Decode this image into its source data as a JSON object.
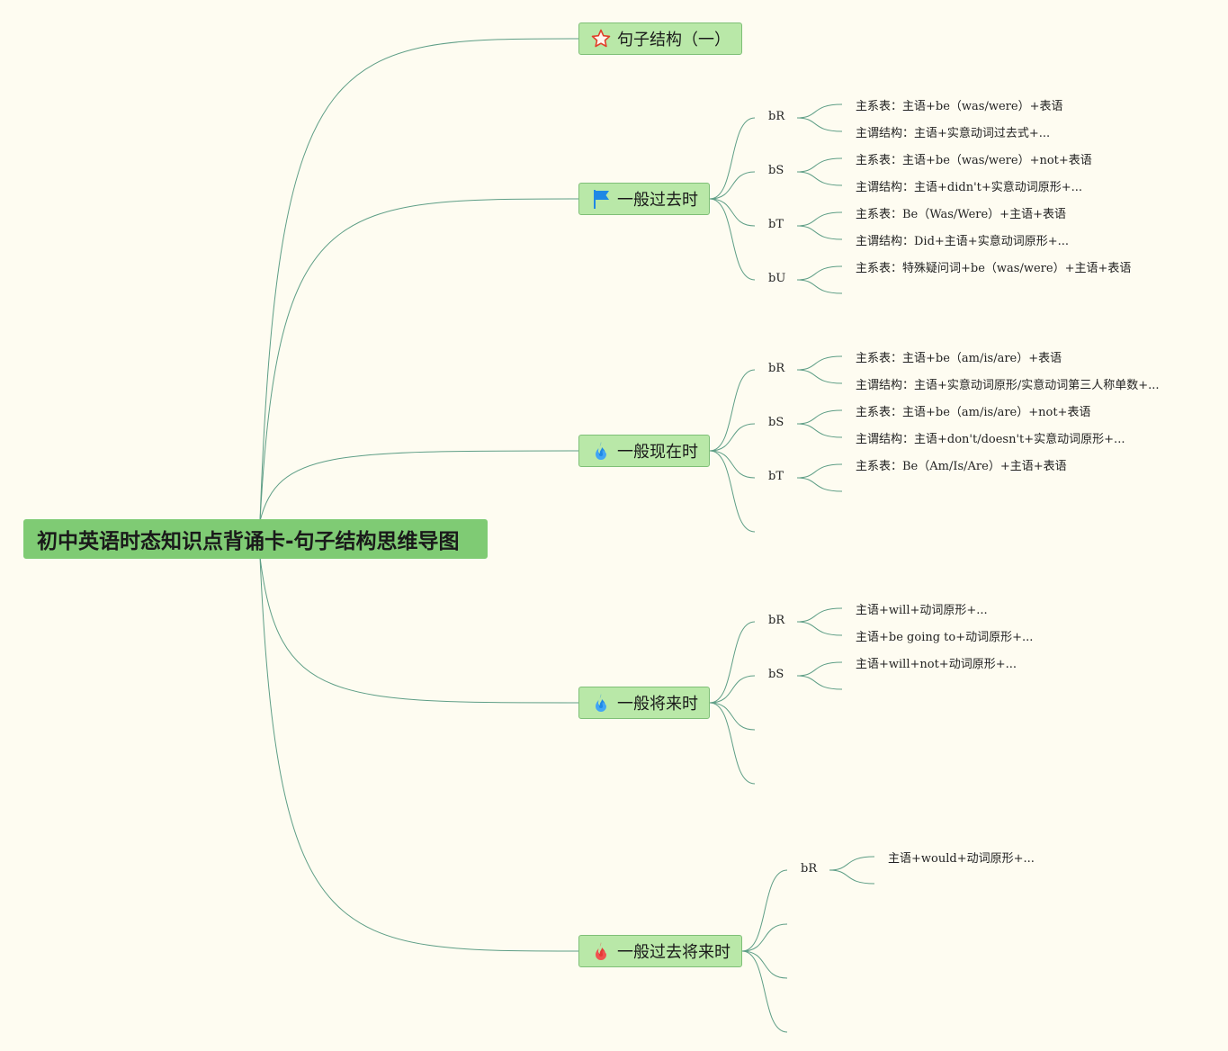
{
  "colors": {
    "line": "#5e9e86",
    "node_fill": "#b9e8a8",
    "root_fill": "#7fcb74",
    "background": "#fefcf1"
  },
  "root": {
    "label": "初中英语时态知识点背诵卡-句子结构思维导图"
  },
  "branches": [
    {
      "label": "句子结构（一）",
      "icon": "star-icon",
      "subs": []
    },
    {
      "label": "一般过去时",
      "icon": "flag-icon",
      "subs": [
        {
          "label": "bR",
          "leaves": [
            "主系表：主语+be（was/were）+表语",
            "主谓结构：主语+实意动词过去式+..."
          ]
        },
        {
          "label": "bS",
          "leaves": [
            "主系表：主语+be（was/were）+not+表语",
            "主谓结构：主语+didn't+实意动词原形+..."
          ]
        },
        {
          "label": "bT",
          "leaves": [
            "主系表：Be（Was/Were）+主语+表语",
            "主谓结构：Did+主语+实意动词原形+..."
          ]
        },
        {
          "label": "bU",
          "leaves": [
            "主系表：特殊疑问词+be（was/were）+主语+表语",
            ""
          ]
        }
      ]
    },
    {
      "label": "一般现在时",
      "icon": "flame-blue-icon",
      "subs": [
        {
          "label": "bR",
          "leaves": [
            "主系表：主语+be（am/is/are）+表语",
            "主谓结构：主语+实意动词原形/实意动词第三人称单数+..."
          ]
        },
        {
          "label": "bS",
          "leaves": [
            "主系表：主语+be（am/is/are）+not+表语",
            "主谓结构：主语+don't/doesn't+实意动词原形+..."
          ]
        },
        {
          "label": "bT",
          "leaves": [
            "主系表：Be（Am/Is/Are）+主语+表语",
            ""
          ]
        },
        {
          "label": "",
          "leaves": []
        }
      ]
    },
    {
      "label": "一般将来时",
      "icon": "flame-blue-icon",
      "subs": [
        {
          "label": "bR",
          "leaves": [
            "主语+will+动词原形+...",
            "主语+be going to+动词原形+..."
          ]
        },
        {
          "label": "bS",
          "leaves": [
            "主语+will+not+动词原形+...",
            ""
          ]
        },
        {
          "label": "",
          "leaves": []
        },
        {
          "label": "",
          "leaves": []
        }
      ]
    },
    {
      "label": "一般过去将来时",
      "icon": "flame-red-icon",
      "subs": [
        {
          "label": "bR",
          "leaves": [
            "主语+would+动词原形+...",
            ""
          ]
        },
        {
          "label": "",
          "leaves": []
        },
        {
          "label": "",
          "leaves": []
        },
        {
          "label": "",
          "leaves": []
        }
      ]
    }
  ]
}
